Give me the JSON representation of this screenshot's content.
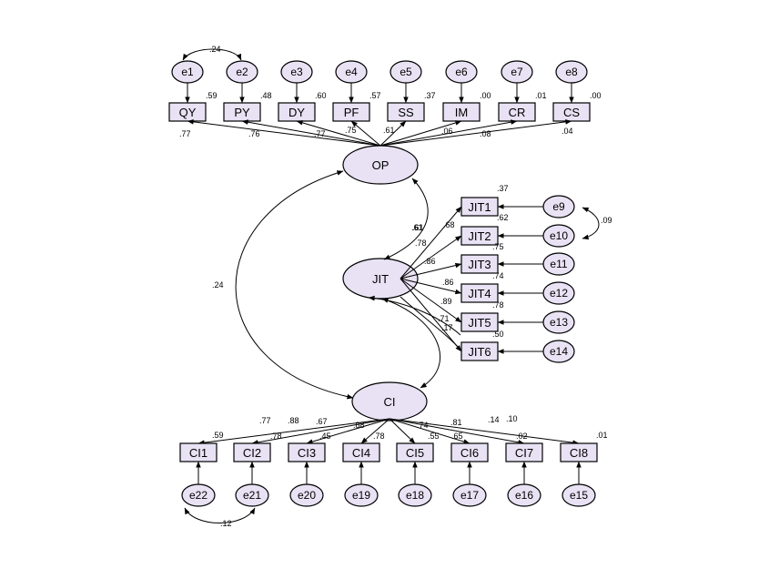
{
  "latents": {
    "op": "OP",
    "jit": "JIT",
    "ci": "CI"
  },
  "op_indicators": [
    "QY",
    "PY",
    "DY",
    "PF",
    "SS",
    "IM",
    "CR",
    "CS"
  ],
  "op_errors": [
    "e1",
    "e2",
    "e3",
    "e4",
    "e5",
    "e6",
    "e7",
    "e8"
  ],
  "op_r2": [
    ".59",
    ".48",
    ".60",
    ".57",
    ".37",
    ".00",
    ".01",
    ".00"
  ],
  "op_loadings": [
    ".77",
    ".76",
    ".77",
    ".75",
    ".61",
    ".06",
    ".08",
    ".04"
  ],
  "op_error_cov": ".24",
  "jit_indicators": [
    "JIT1",
    "JIT2",
    "JIT3",
    "JIT4",
    "JIT5",
    "JIT6"
  ],
  "jit_errors": [
    "e9",
    "e10",
    "e11",
    "e12",
    "e13",
    "e14"
  ],
  "jit_r2": [
    ".37",
    ".62",
    ".75",
    ".74",
    ".78",
    ".50"
  ],
  "jit_loadings": [
    ".61",
    ".68",
    ".78",
    ".86",
    ".86",
    ".89"
  ],
  "jit_extra": [
    ".71",
    ".17"
  ],
  "jit_error_cov": ".09",
  "op_jit": ".61",
  "op_ci": ".24",
  "ci_indicators": [
    "CI1",
    "CI2",
    "CI3",
    "CI4",
    "CI5",
    "CI6",
    "CI7",
    "CI8"
  ],
  "ci_errors": [
    "e22",
    "e21",
    "e20",
    "e19",
    "e18",
    "e17",
    "e16",
    "e15"
  ],
  "ci_r2": [
    ".59",
    ".78",
    ".45",
    ".78",
    ".55",
    ".65",
    ".02",
    ".01"
  ],
  "ci_loadings": [
    ".77",
    ".88",
    ".67",
    ".88",
    ".74",
    ".81",
    ".14",
    ".10"
  ],
  "ci_error_cov": ".12"
}
